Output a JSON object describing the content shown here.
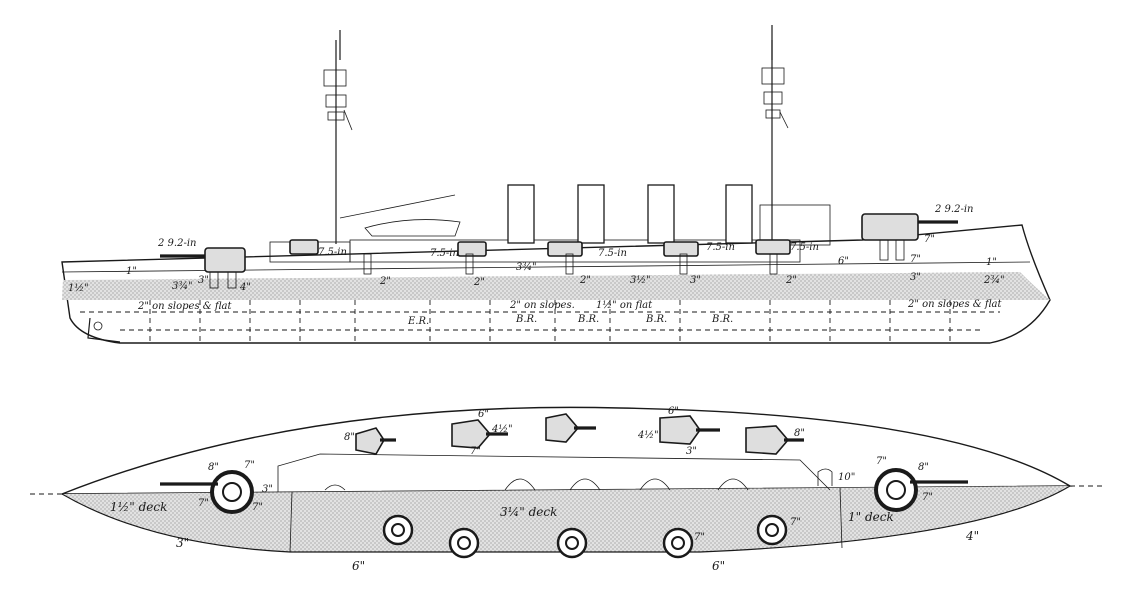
{
  "title": "",
  "colors": {
    "ink": "#1a1a1a",
    "armour": "#d6d6d6",
    "paper": "#ffffff"
  },
  "elevation": {
    "gun_label_fore": "2 9.2-in",
    "gun_label_aft": "2 9.2-in",
    "small_gun_labels": [
      "7.5-in",
      "7.5-in",
      "7.5-in",
      "7.5-in",
      "7.5-in"
    ],
    "belt_labels": [
      "1\"",
      "1½\"",
      "3¾\"",
      "3\"",
      "4\"",
      "2\"",
      "2\"",
      "3¾\"",
      "2\"",
      "3½\"",
      "3\"",
      "2\"",
      "6\"",
      "7\"",
      "7\"",
      "1\"",
      "3\"",
      "2¾\""
    ],
    "deck_fore": "2\" on slopes & flat",
    "deck_mid_slopes": "2\" on slopes.",
    "deck_mid_flat": "1½\" on flat",
    "deck_aft": "2\" on slopes & flat",
    "compartments": [
      "E.R.",
      "B.R.",
      "B.R.",
      "B.R.",
      "B.R."
    ]
  },
  "plan": {
    "deck_fore": "1½\" deck",
    "deck_mid": "3¼\" deck",
    "deck_aft": "1\" deck",
    "side_fore": "3\"",
    "side_mid_left": "6\"",
    "side_mid_right": "6\"",
    "side_aft": "4\"",
    "turret_labels": [
      "8\"",
      "7\"",
      "7\"",
      "7\"",
      "8\"",
      "6\"",
      "4½\"",
      "7\"",
      "6\"",
      "4½\"",
      "3\"",
      "8\"",
      "10\"",
      "7\"",
      "8\"",
      "7\"",
      "7\"",
      "7\"",
      "3\""
    ]
  }
}
